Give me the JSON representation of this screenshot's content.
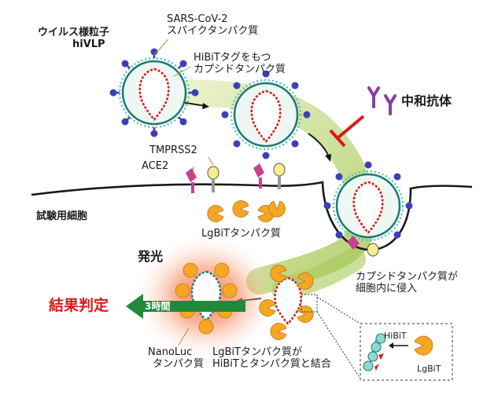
{
  "labels": {
    "virus_title_1": "ウイルス様粒子",
    "virus_title_2": "hiVLP",
    "spike_1": "SARS-CoV-2",
    "spike_2": "スパイクタンパク質",
    "hibit_cap_1": "HiBiTタグをもつ",
    "hibit_cap_2": "カプシドタンパク質",
    "antibody": "中和抗体",
    "tmprss2": "TMPRSS2",
    "ace2": "ACE2",
    "cell": "試験用細胞",
    "lgbit_protein": "LgBiTタンパク質",
    "emission": "発光",
    "invade_1": "カプシドタンパク質が",
    "invade_2": "細胞内に侵入",
    "result": "結果判定",
    "hours": "3時間",
    "hibit_inset": "HiBiT",
    "lgbit_inset": "LgBiT",
    "nanoluc_1": "NanoLuc",
    "nanoluc_2": "タンパク質",
    "bind_1": "LgBiTタンパク質が",
    "bind_2": "HiBiTとタンパク質と結合"
  },
  "colors": {
    "spike": "#3b3fb8",
    "capsid": "#d21f1f",
    "membrane": "#1e7a72",
    "virion_fill": "#eef7f4",
    "flow_arrow": "#b8d46a",
    "result_arrow": "#1f8a3a",
    "lgbit": "#f5a623",
    "ace2": "#c8408e",
    "tmprss2": "#f5ee8c",
    "antibody": "#8a3fa0",
    "glow": "#f26d4f"
  },
  "icons": [
    "virion-icon",
    "spike-icon",
    "antibody-icon",
    "lgbit-pacman-icon",
    "ace2-receptor-icon",
    "tmprss2-receptor-icon",
    "hibit-chain-icon"
  ]
}
